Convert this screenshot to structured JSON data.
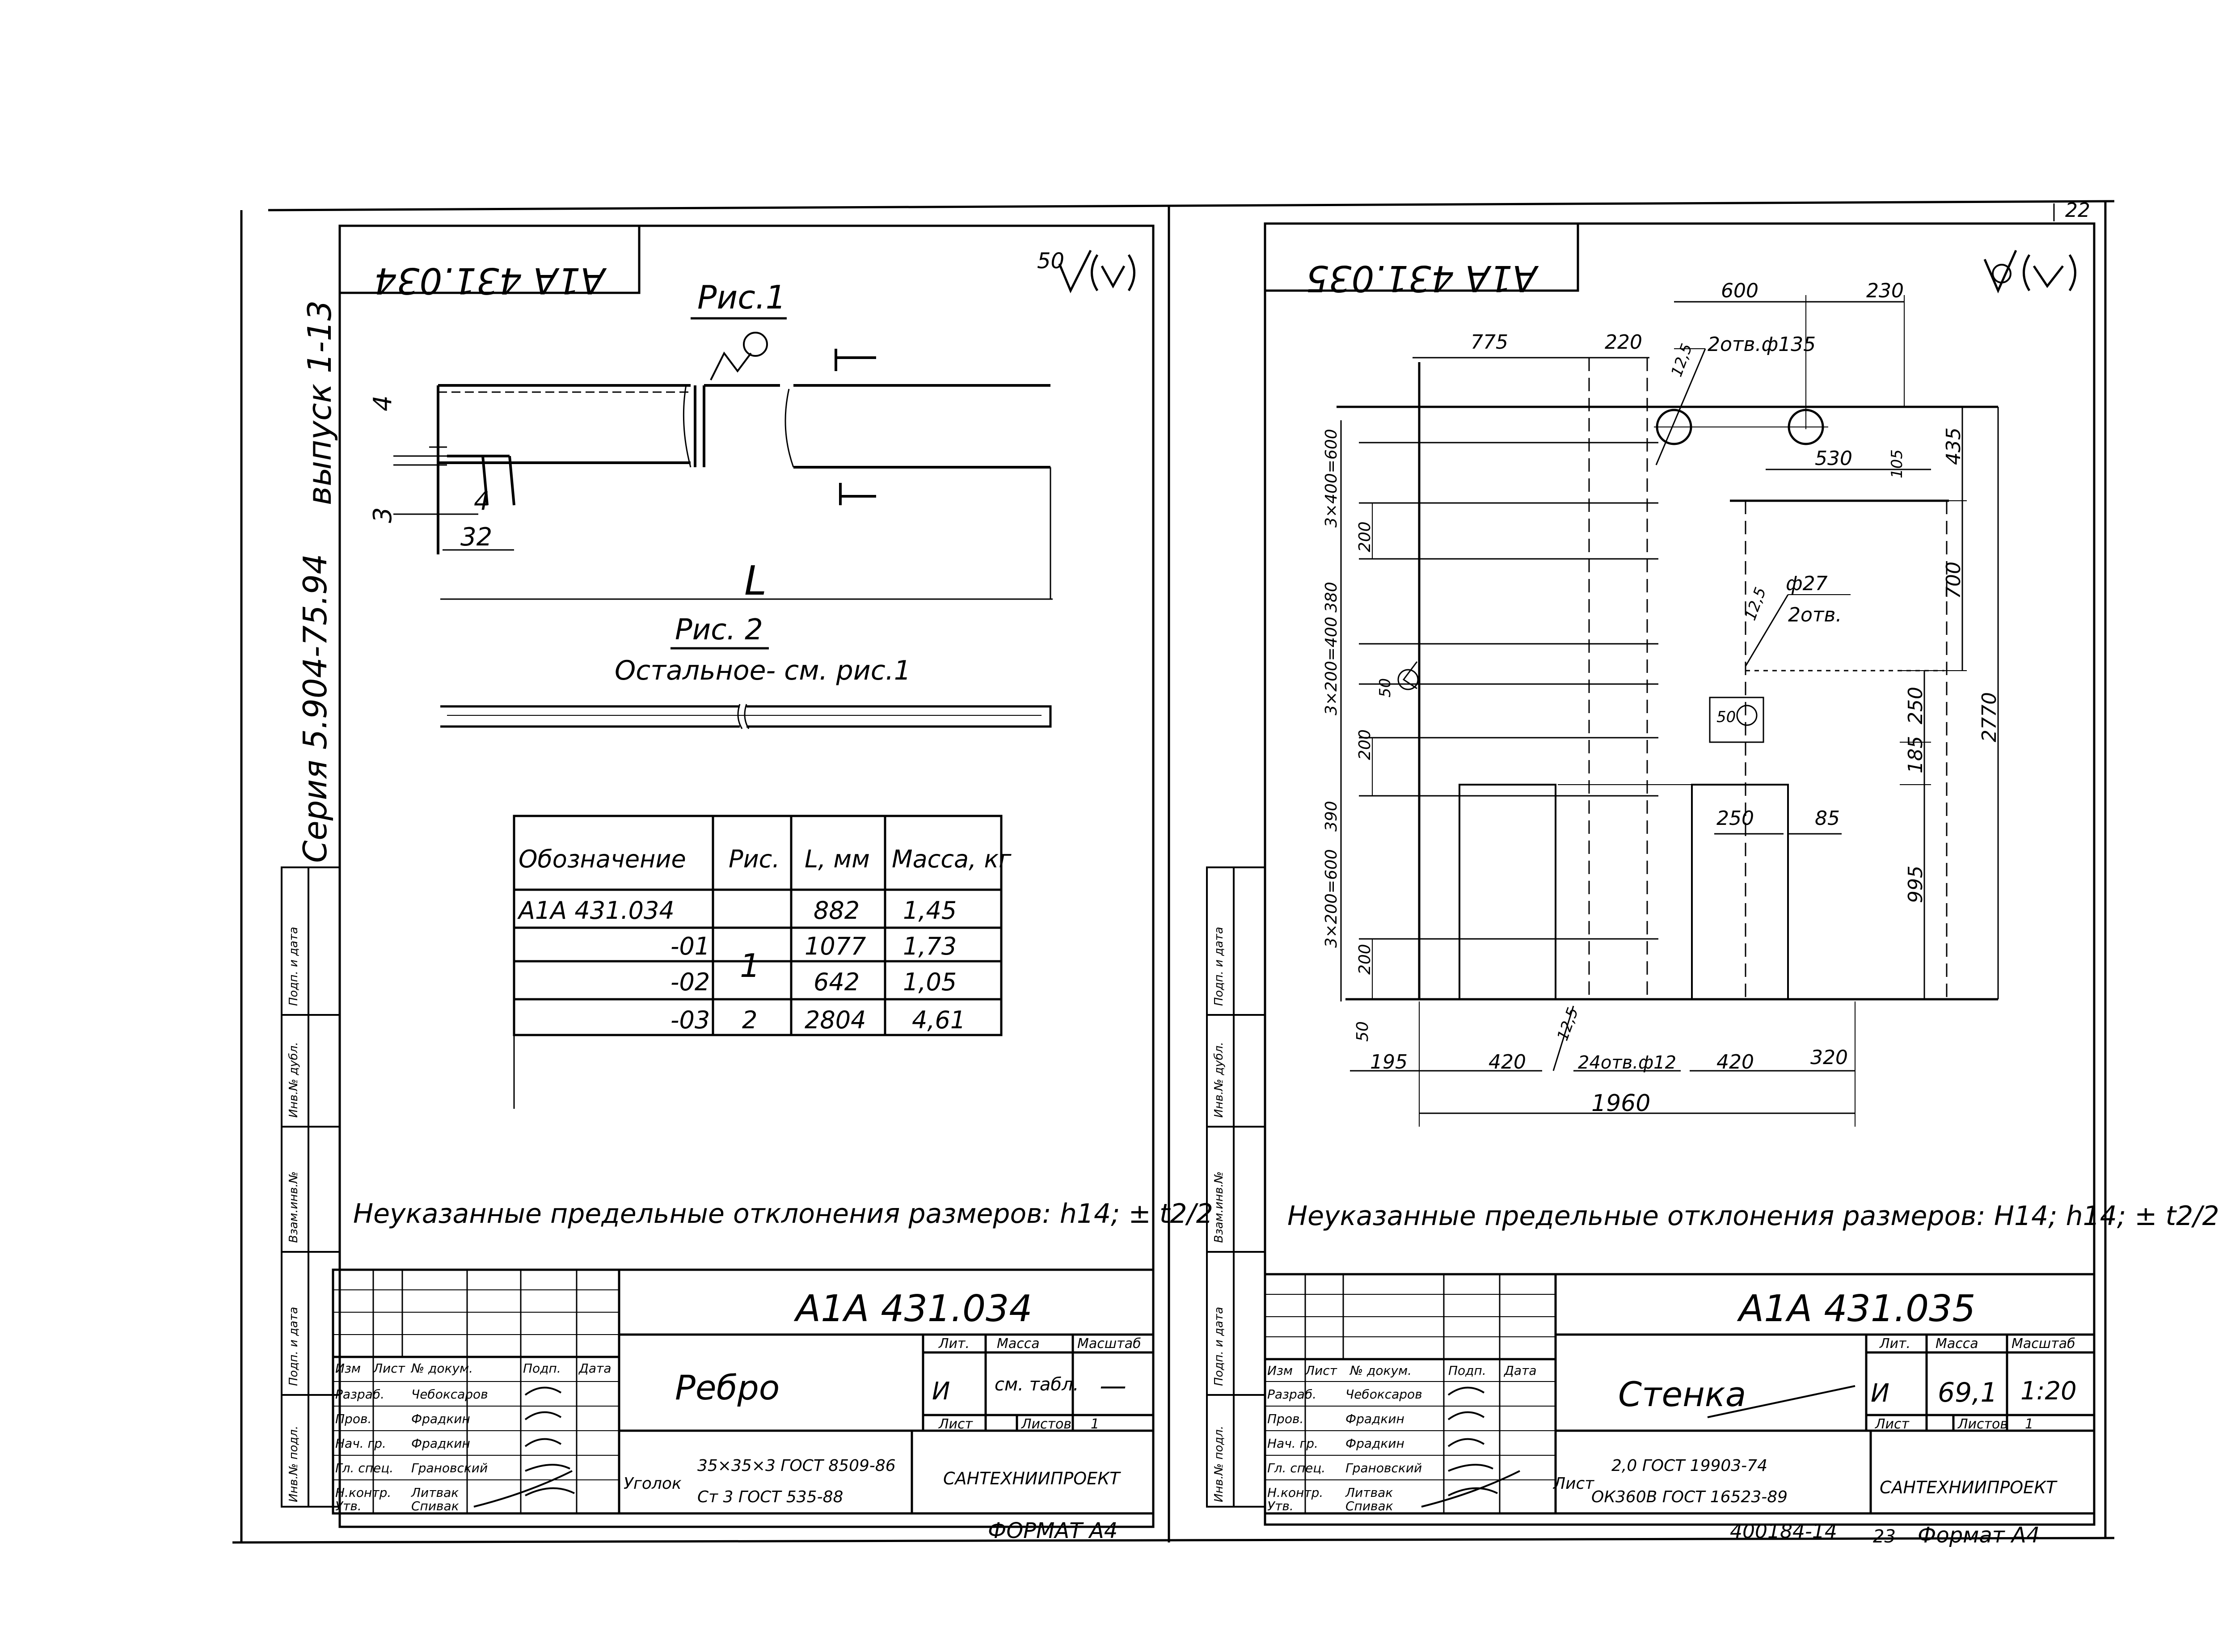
{
  "page_number": "22",
  "side_stamp": {
    "series": "Серия 5.904-75.94",
    "issue": "выпуск 1-13"
  },
  "side_block_labels": [
    "Подп. и дата",
    "Инв.№ дубл.",
    "Взам.инв.№",
    "Подп. и дата",
    "Инв.№ подл."
  ],
  "left_sheet": {
    "code_mirrored": "А1А 431.034",
    "roughness": "50",
    "fig1_title": "Рис.1",
    "fig2_title": "Рис. 2",
    "fig2_note": "Остальное- см. рис.1",
    "dims": {
      "d4a": "4",
      "d3": "3",
      "d4b": "4",
      "d32": "32",
      "dL": "L"
    },
    "table": {
      "headers": [
        "Обозначение",
        "Рис.",
        "L, мм",
        "Масса, кг"
      ],
      "rows": [
        [
          "А1А 431.034",
          "",
          "882",
          "1,45"
        ],
        [
          "-01",
          "1",
          "1077",
          "1,73"
        ],
        [
          "-02",
          "",
          "642",
          "1,05"
        ],
        [
          "-03",
          "2",
          "2804",
          "4,61"
        ]
      ]
    },
    "tolerance_note": "Неуказанные предельные отклонения размеров: h14; ± t2/2",
    "title_block": {
      "code": "А1А 431.034",
      "name": "Ребро",
      "lit_label": "Лит.",
      "mass_label": "Масса",
      "scale_label": "Масштаб",
      "lit_value": "И",
      "mass_value": "см. табл.",
      "scale_value": "—",
      "sheet_label": "Лист",
      "sheets_label": "Листов",
      "sheets_value": "1",
      "material_label": "Уголок",
      "material_line1": "35×35×3 ГОСТ 8509-86",
      "material_line2": "Ст 3 ГОСТ 535-88",
      "org": "САНТЕХНИИПРОЕКТ",
      "cols": [
        "Изм",
        "Лист",
        "№ докум.",
        "Подп.",
        "Дата"
      ],
      "roles": [
        "Разраб.",
        "Пров.",
        "Нач. гр.",
        "Гл. спец.",
        "Н.контр.",
        "Утв."
      ],
      "names": [
        "Чебоксаров",
        "Фрадкин",
        "Фрадкин",
        "Грановский",
        "Литвак",
        "Спивак"
      ]
    },
    "format": "ФОРМАТ А4"
  },
  "right_sheet": {
    "code_mirrored": "А1А 431.035",
    "dims": {
      "d775": "775",
      "d220": "220",
      "d600": "600",
      "d230": "230",
      "d12_5a": "12,5",
      "holes135": "2отв.ф135",
      "d530": "530",
      "d105": "105",
      "d435": "435",
      "d700": "700",
      "d27": "ф27",
      "holes27": "2отв.",
      "d12_5b": "12,5",
      "d2770": "2770",
      "d250v": "250",
      "d185": "185",
      "d995": "995",
      "d250h": "250",
      "d85": "85",
      "l1": "3×400=600",
      "l2": "200",
      "l3": "380",
      "l4": "3×200=400",
      "l5": "200",
      "l6": "390",
      "l7": "3×200=600",
      "l8": "200",
      "l9": "50",
      "b195": "195",
      "b420a": "420",
      "b12_5": "12,5",
      "holes12": "24отв.ф12",
      "b420b": "420",
      "b320": "320",
      "b1960": "1960",
      "rough50a": "50",
      "rough50b": "50"
    },
    "tolerance_note": "Неуказанные предельные отклонения размеров: Н14; h14; ± t2/2",
    "title_block": {
      "code": "А1А 431.035",
      "name": "Стенка",
      "lit_label": "Лит.",
      "mass_label": "Масса",
      "scale_label": "Масштаб",
      "lit_value": "И",
      "mass_value": "69,1",
      "scale_value": "1:20",
      "sheet_label": "Лист",
      "sheets_label": "Листов",
      "sheets_value": "1",
      "material_label": "Лист",
      "material_line1": "2,0 ГОСТ 19903-74",
      "material_line2": "ОК360В ГОСТ 16523-89",
      "org": "САНТЕХНИИПРОЕКТ",
      "cols": [
        "Изм",
        "Лист",
        "№ докум.",
        "Подп.",
        "Дата"
      ],
      "roles": [
        "Разраб.",
        "Пров.",
        "Нач. гр.",
        "Гл. спец.",
        "Н.контр.",
        "Утв."
      ],
      "names": [
        "Чебоксаров",
        "Фрадкин",
        "Фрадкин",
        "Грановский",
        "Литвак",
        "Спивак"
      ]
    },
    "footer_code": "400184-14",
    "footer_page": "23",
    "format": "Формат А4"
  }
}
